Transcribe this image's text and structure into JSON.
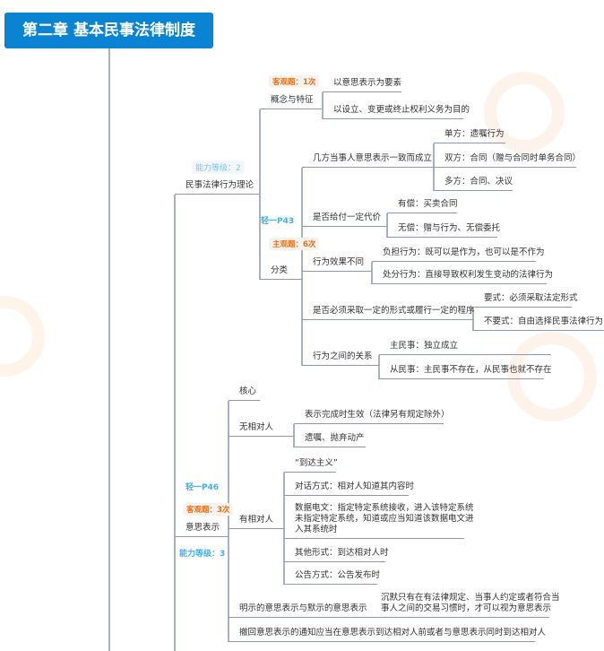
{
  "title": "第二章 基本民事法律制度",
  "theory": {
    "label": "民事法律行为理论",
    "ability": "能力等级：2",
    "ref": "轻一P43",
    "concept": {
      "label": "概念与特征",
      "tag": "客观题：1次",
      "items": [
        "以意思表示为要素",
        "以设立、变更或终止权利义务为目的"
      ]
    },
    "classify": {
      "label": "分类",
      "tag": "主观题：6次",
      "groups": [
        {
          "label": "几方当事人意思表示一致而成立",
          "items": [
            "单方：遗嘱行为",
            "双方：合同（赠与合同时单务合同）",
            "多方：合同、决议"
          ]
        },
        {
          "label": "是否给付一定代价",
          "items": [
            "有偿：买卖合同",
            "无偿：赠与行为、无偿委托"
          ]
        },
        {
          "label": "行为效果不同",
          "items": [
            "负担行为：既可以是作为，也可以是不作为",
            "处分行为：直接导致权利发生变动的法律行为"
          ]
        },
        {
          "label": "是否必须采取一定的形式或履行一定的程序",
          "items": [
            "要式：必须采取法定形式",
            "不要式：自由选择民事法律行为"
          ]
        },
        {
          "label": "行为之间的关系",
          "items": [
            "主民事：独立成立",
            "从民事：主民事不存在，从民事也就不存在"
          ]
        }
      ]
    }
  },
  "intent": {
    "label": "意思表示",
    "ref": "轻一P46",
    "tag": "客观题：3次",
    "ability": "能力等级：3",
    "core": {
      "label": "核心",
      "no_party": {
        "label": "无相对人",
        "items": [
          "表示完成时生效（法律另有规定除外）",
          "遗嘱、抛弃动产"
        ]
      },
      "party": {
        "label": "有相对人",
        "items": [
          "“到达主义”",
          "对话方式：相对人知道其内容时",
          "其他形式：到达相对人时",
          "公告方式：公告发布时"
        ],
        "data_message": [
          "数据电文：指定特定系统接收，进入该特定系统",
          "未指定特定系统，知道或应当知道该数据电文进",
          "入其系统时"
        ]
      }
    },
    "express": {
      "label": "明示的意思表示与默示的意思表示",
      "note": [
        "沉默只有在有法律规定、当事人约定或者符合当",
        "事人之间的交易习惯时，才可以视为意思表示"
      ]
    },
    "withdraw": "撤回意思表示的通知应当在意思表示到达相对人前或者与意思表示同时到达相对人"
  },
  "colors": {
    "title_bg": "#0a84d2",
    "line": "#8e99ad",
    "tag_text": "#f26d0f",
    "ref_text": "#45b0ee"
  }
}
